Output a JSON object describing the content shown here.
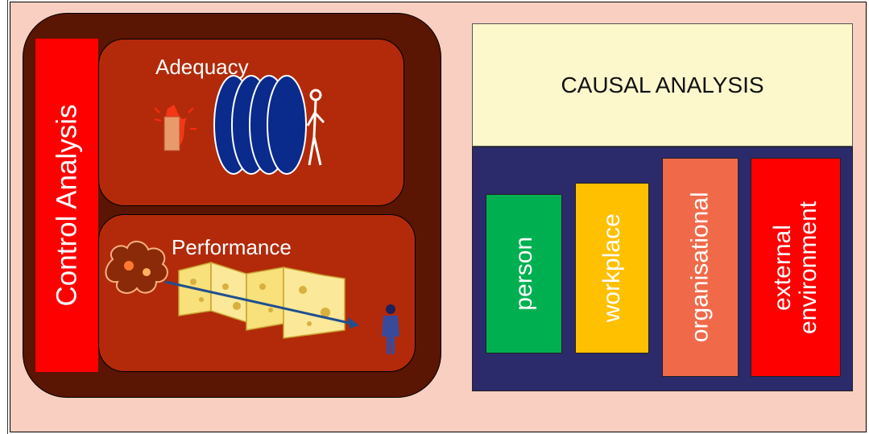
{
  "control_analysis": {
    "title": "Control Analysis",
    "sections": [
      {
        "title": "Adequacy"
      },
      {
        "title": "Performance"
      }
    ]
  },
  "causal_analysis": {
    "title": "CAUSAL ANALYSIS",
    "categories": [
      {
        "label": "person",
        "color": "#00b050"
      },
      {
        "label": "workplace",
        "color": "#ffc000"
      },
      {
        "label": "organisational",
        "color": "#f06a4a"
      },
      {
        "label": "external\nenvironment",
        "color": "#ff0000"
      }
    ]
  },
  "colors": {
    "background": "#f8cfc1",
    "control_panel": "#5a1503",
    "section_box": "#b22a0a",
    "control_bar": "#ff0000",
    "causal_header": "#fcf8cc",
    "causal_body": "#2b2a6b",
    "barrier_disc": "#0a2a8c"
  }
}
